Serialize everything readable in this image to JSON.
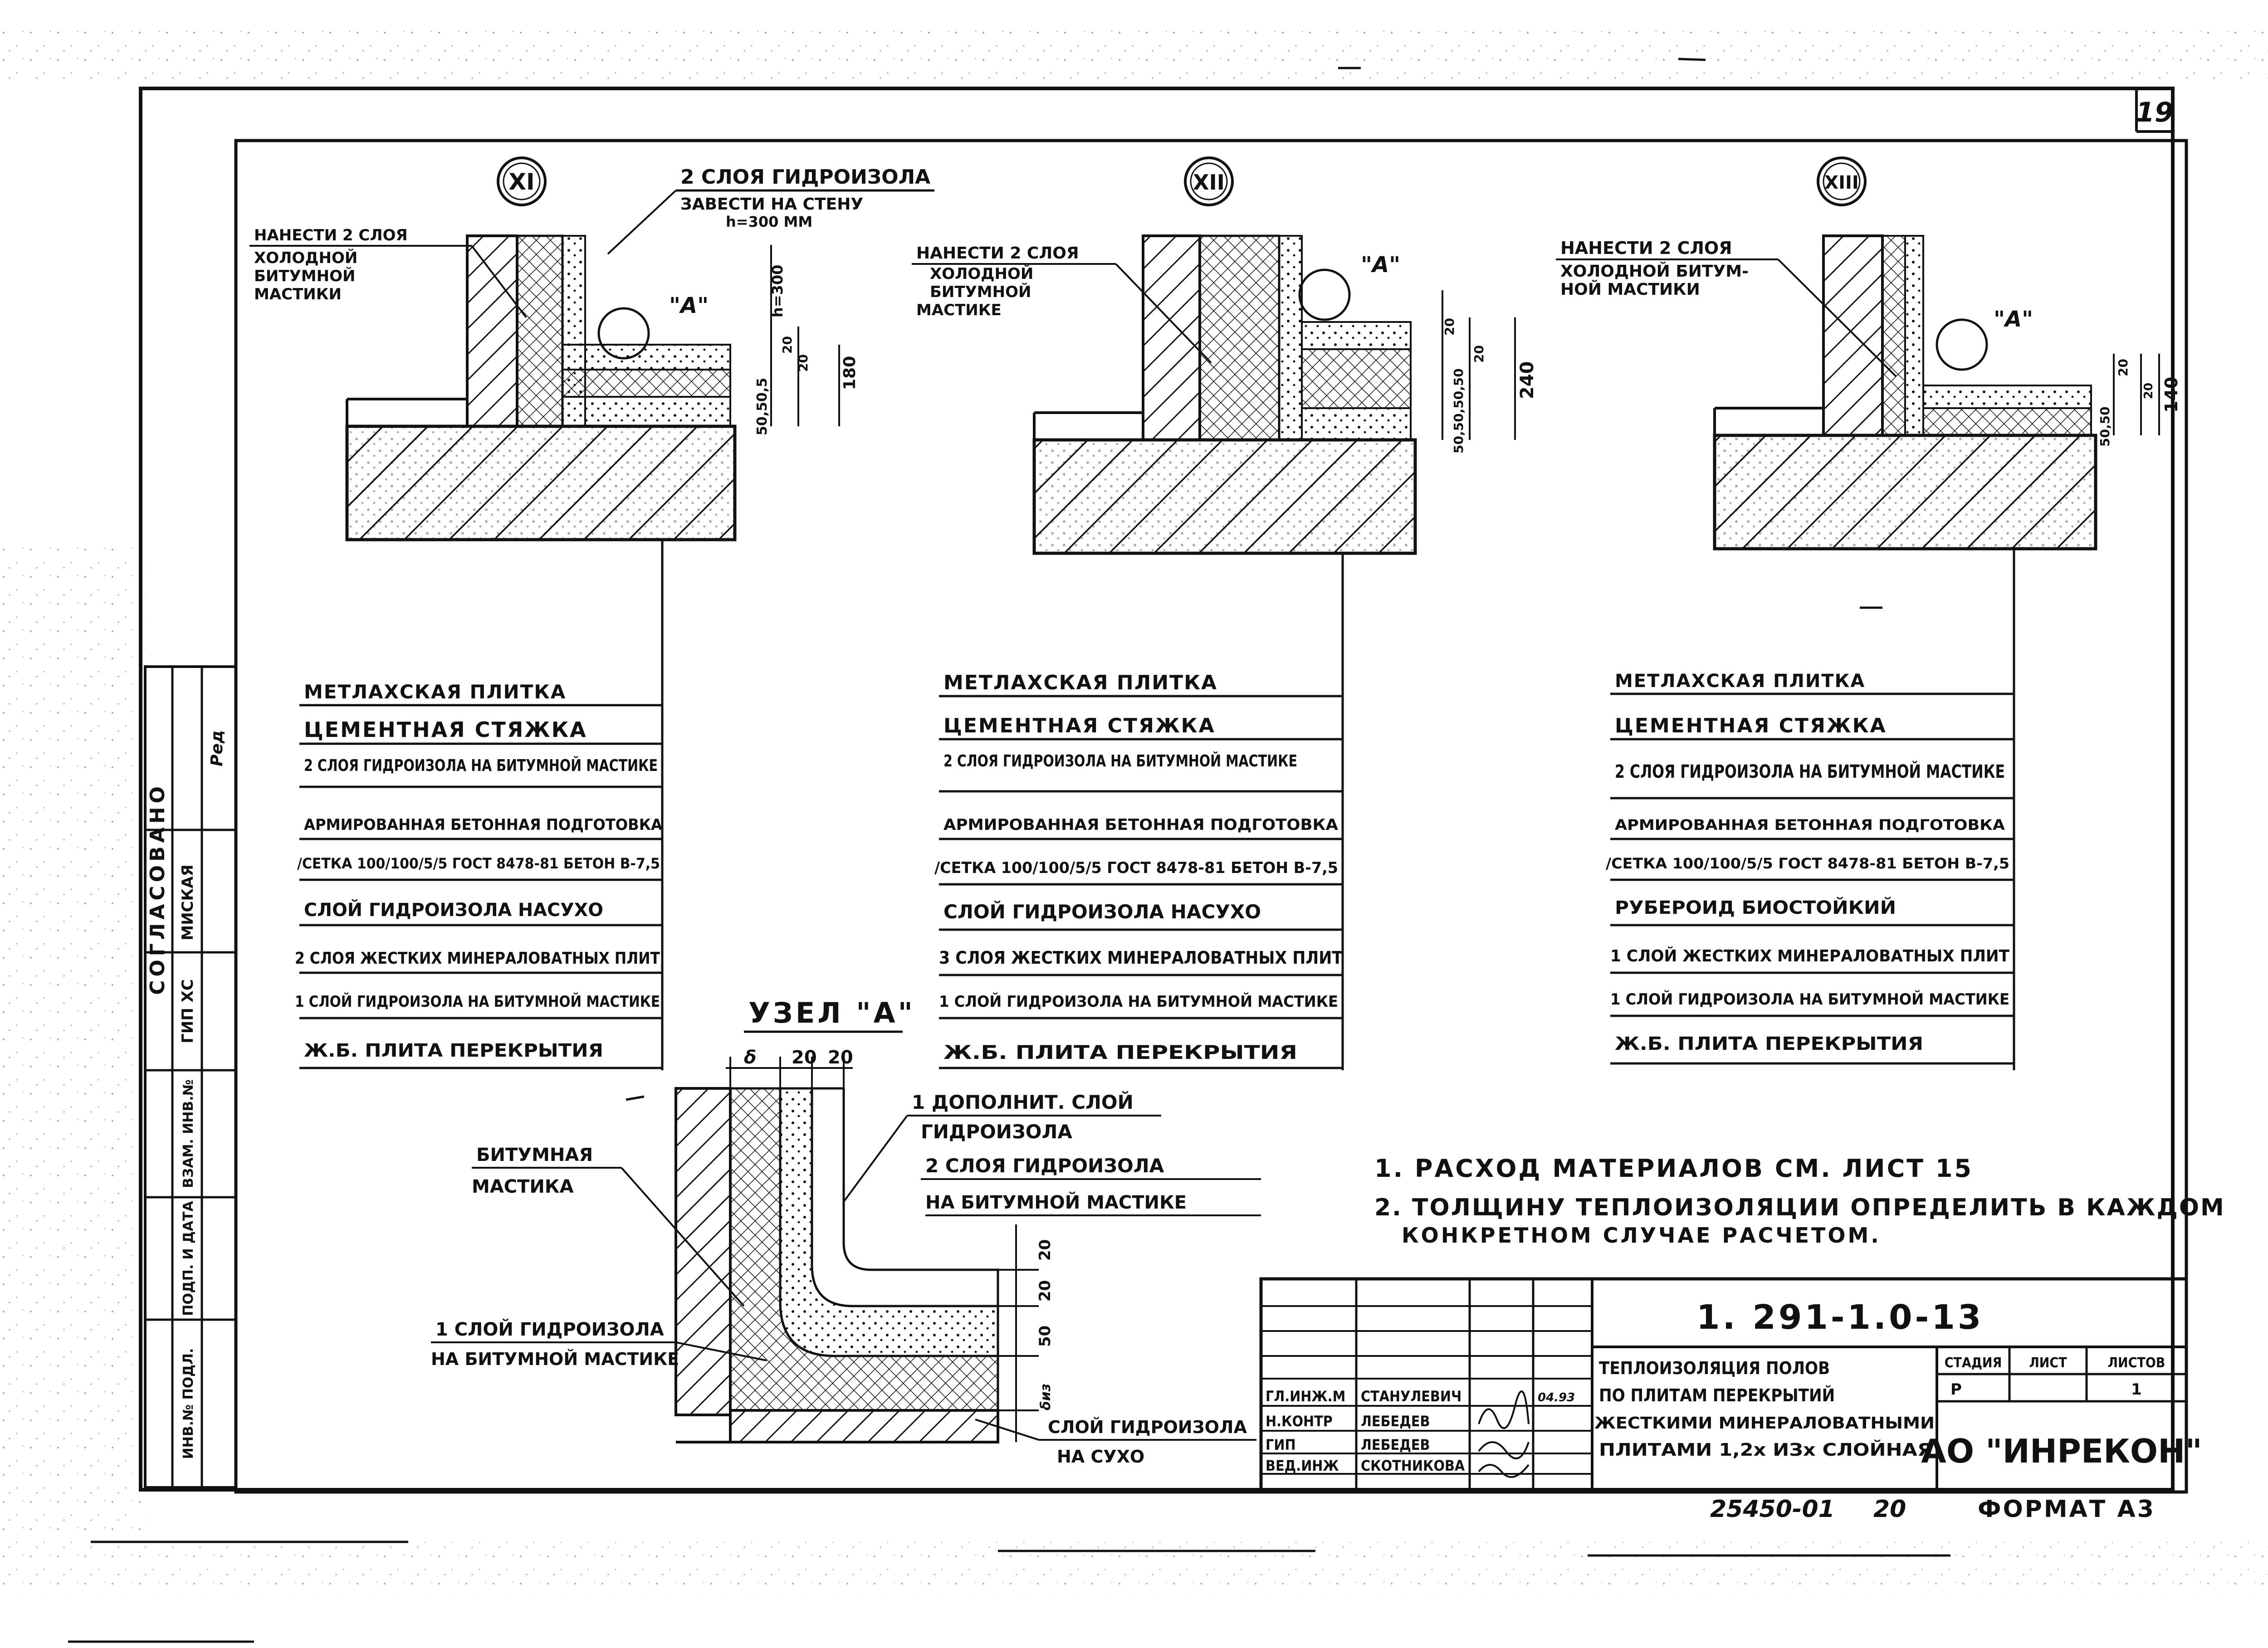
{
  "sheet_number": "19",
  "nodes": [
    {
      "id": "XI",
      "callout_top": "2 СЛОЯ ГИДРОИЗОЛА",
      "callout_top2": "ЗАВЕСТИ НА СТЕНУ",
      "callout_top3": "h=300 ММ",
      "callout_left": [
        "НАНЕСТИ 2 СЛОЯ",
        "ХОЛОДНОЙ",
        "БИТУМНОЙ",
        "МАСТИКИ"
      ],
      "mark": "\"А\"",
      "dims_v": [
        "h=300",
        "20",
        "20",
        "180"
      ],
      "dims_layers": "50,50,5",
      "layers": [
        "МЕТЛАХСКАЯ ПЛИТКА",
        "ЦЕМЕНТНАЯ СТЯЖКА",
        "2 СЛОЯ ГИДРОИЗОЛА НА БИТУМНОЙ МАСТИКЕ",
        "АРМИРОВАННАЯ БЕТОННАЯ ПОДГОТОВКА",
        "/СЕТКА 100/100/5/5 ГОСТ 8478-81 БЕТОН В-7,5",
        "СЛОЙ ГИДРОИЗОЛА НАСУХО",
        "2 СЛОЯ ЖЕСТКИХ МИНЕРАЛОВАТНЫХ ПЛИТ",
        "1 СЛОЙ ГИДРОИЗОЛА НА БИТУМНОЙ МАСТИКЕ",
        "Ж.Б. ПЛИТА ПЕРЕКРЫТИЯ"
      ]
    },
    {
      "id": "XII",
      "callout_left": [
        "НАНЕСТИ 2 СЛОЯ",
        "ХОЛОДНОЙ",
        "БИТУМНОЙ",
        "МАСТИКЕ"
      ],
      "mark": "\"А\"",
      "dims_v": [
        "20",
        "20",
        "240"
      ],
      "dims_layers": "50,50,50,50",
      "layers": [
        "МЕТЛАХСКАЯ ПЛИТКА",
        "ЦЕМЕНТНАЯ СТЯЖКА",
        "2 СЛОЯ ГИДРОИЗОЛА НА БИТУМНОЙ МАСТИКЕ",
        "АРМИРОВАННАЯ БЕТОННАЯ ПОДГОТОВКА",
        "/СЕТКА 100/100/5/5 ГОСТ 8478-81 БЕТОН В-7,5",
        "СЛОЙ ГИДРОИЗОЛА НАСУХО",
        "3 СЛОЯ ЖЕСТКИХ МИНЕРАЛОВАТНЫХ ПЛИТ",
        "1 СЛОЙ ГИДРОИЗОЛА НА БИТУМНОЙ МАСТИКЕ",
        "Ж.Б. ПЛИТА ПЕРЕКРЫТИЯ"
      ]
    },
    {
      "id": "XIII",
      "callout_left": [
        "НАНЕСТИ 2 СЛОЯ",
        "ХОЛОДНОЙ БИТУМ-",
        "НОЙ МАСТИКИ"
      ],
      "mark": "\"А\"",
      "dims_v": [
        "20",
        "20",
        "140"
      ],
      "dims_layers": "50,50",
      "layers": [
        "МЕТЛАХСКАЯ ПЛИТКА",
        "ЦЕМЕНТНАЯ СТЯЖКА",
        "2 СЛОЯ ГИДРОИЗОЛА НА БИТУМНОЙ МАСТИКЕ",
        "АРМИРОВАННАЯ БЕТОННАЯ ПОДГОТОВКА",
        "/СЕТКА 100/100/5/5 ГОСТ 8478-81 БЕТОН В-7,5",
        "РУБЕРОИД БИОСТОЙКИЙ",
        "1 СЛОЙ ЖЕСТКИХ МИНЕРАЛОВАТНЫХ ПЛИТ",
        "1 СЛОЙ ГИДРОИЗОЛА НА БИТУМНОЙ МАСТИКЕ",
        "Ж.Б. ПЛИТА ПЕРЕКРЫТИЯ"
      ]
    }
  ],
  "detail": {
    "title": "УЗЕЛ \"А\"",
    "dims_top": [
      "δ",
      "20",
      "20"
    ],
    "dims_right": [
      "20",
      "20",
      "50",
      "δиз"
    ],
    "labels": {
      "bitumen_mastic": [
        "БИТУМНАЯ",
        "МАСТИКА"
      ],
      "extra_layer": [
        "1 ДОПОЛНИТ. СЛОЙ",
        "ГИДРОИЗОЛА"
      ],
      "two_layers": [
        "2 СЛОЯ ГИДРОИЗОЛА",
        "НА БИТУМНОЙ МАСТИКЕ"
      ],
      "one_layer": [
        "1 СЛОЙ ГИДРОИЗОЛА",
        "НА БИТУМНОЙ МАСТИКЕ"
      ],
      "dry_layer": [
        "СЛОЙ ГИДРОИЗОЛА",
        "НА СУХО"
      ]
    }
  },
  "notes": [
    "1. РАСХОД МАТЕРИАЛОВ СМ. ЛИСТ 15",
    "2. ТОЛЩИНУ ТЕПЛОИЗОЛЯЦИИ ОПРЕДЕЛИТЬ В КАЖДОМ",
    "КОНКРЕТНОМ СЛУЧАЕ РАСЧЕТОМ."
  ],
  "approval_block": {
    "title": "СОГЛАСОВАНО",
    "rows": [
      "ГИП ХС",
      "МИСКАЯ"
    ]
  },
  "left_strip": [
    "ИНВ.№ ПОДЛ.",
    "ПОДП. И ДАТА",
    "ВЗАМ. ИНВ.№"
  ],
  "title_block": {
    "code": "1. 291-1.0-13",
    "title": [
      "ТЕПЛОИЗОЛЯЦИЯ ПОЛОВ",
      "ПО ПЛИТАМ ПЕРЕКРЫТИЙ",
      "ЖЕСТКИМИ МИНЕРАЛОВАТНЫМИ",
      "ПЛИТАМИ 1,2х ИЗх СЛОЙНАЯ"
    ],
    "stage_label": "СТАДИЯ",
    "sheet_label": "ЛИСТ",
    "sheets_label": "ЛИСТОВ",
    "stage": "Р",
    "sheet": "",
    "sheets": "1",
    "company": "АО \"ИНРЕКОН\"",
    "signatures": [
      {
        "role": "ГЛ.ИНЖ.М",
        "name": "СТАНУЛЕВИЧ"
      },
      {
        "role": "Н.КОНТР",
        "name": "ЛЕБЕДЕВ"
      },
      {
        "role": "ГИП",
        "name": "ЛЕБЕДЕВ"
      },
      {
        "role": "ВЕД.ИНЖ",
        "name": "СКОТНИКОВА"
      }
    ],
    "date_mark": "04.93"
  },
  "bottom": {
    "inventory": "25450-01",
    "page": "20",
    "format": "ФОРМАТ А3"
  }
}
